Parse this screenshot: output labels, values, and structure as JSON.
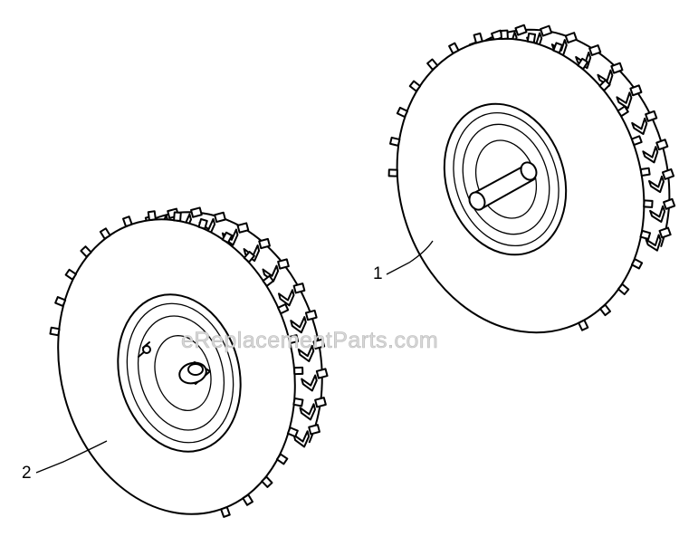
{
  "callouts": [
    {
      "id": "1",
      "label": "1"
    },
    {
      "id": "2",
      "label": "2"
    }
  ],
  "watermark": "eReplacementParts.com",
  "colors": {
    "ink": "#000000",
    "paper": "#ffffff",
    "watermark": "#d8d8d8"
  }
}
